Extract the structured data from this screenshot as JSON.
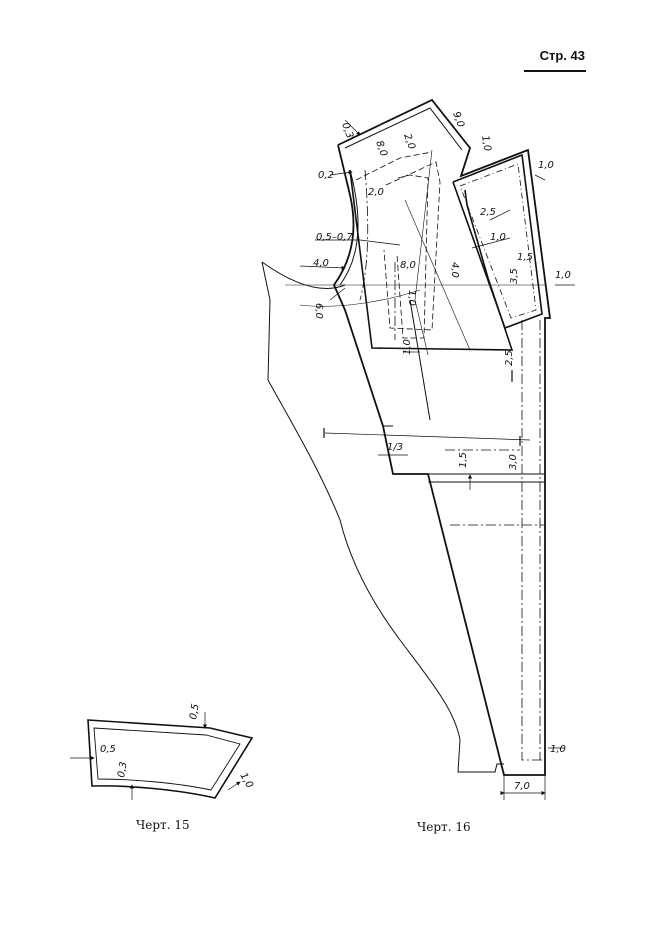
{
  "header": {
    "page_label": "Стр. 43"
  },
  "figures": {
    "fig15": {
      "caption": "Черт. 15",
      "dims": [
        "0,5",
        "0,5",
        "0,3",
        "1,0"
      ]
    },
    "fig16": {
      "caption": "Черт. 16",
      "dims": [
        "0,3",
        "8,0",
        "0,2",
        "2,0",
        "2,0",
        "0,5–0,7",
        "4,0",
        "6,0",
        "8,0",
        "1,0",
        "4,0",
        "1,0",
        "9,0",
        "1,0",
        "1,0",
        "2,5",
        "1,0",
        "1,5",
        "3,5",
        "1,0",
        "2,5",
        "1/3",
        "1,5",
        "3,0",
        "1,0",
        "7,0"
      ]
    }
  }
}
